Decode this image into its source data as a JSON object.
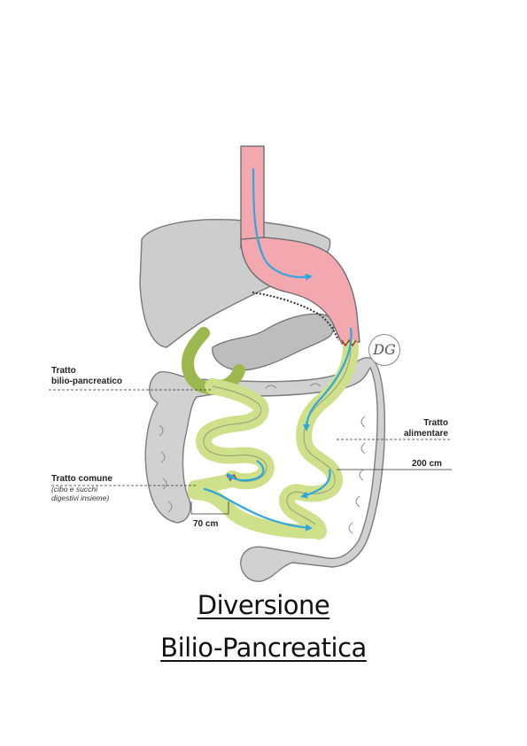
{
  "labels": {
    "bilio_line1": "Tratto",
    "bilio_line2": "bilio-pancreatico",
    "alim_line1": "Tratto",
    "alim_line2": "alimentare",
    "comune_title": "Tratto comune",
    "comune_note1": "(cibo e succhi",
    "comune_note2": "digestivi insieme)",
    "len_200": "200 cm",
    "len_70": "70 cm"
  },
  "logo_text": "DG",
  "title_line1": "Diversione",
  "title_line2": "Bilio-Pancreatica",
  "colors": {
    "organ_gray": "#c8c8c8",
    "organ_outline": "#6e6e6e",
    "stomach_pink": "#f2a8ae",
    "intestine_green": "#cfe08a",
    "flow_arrow_blue": "#2fa6e0"
  }
}
